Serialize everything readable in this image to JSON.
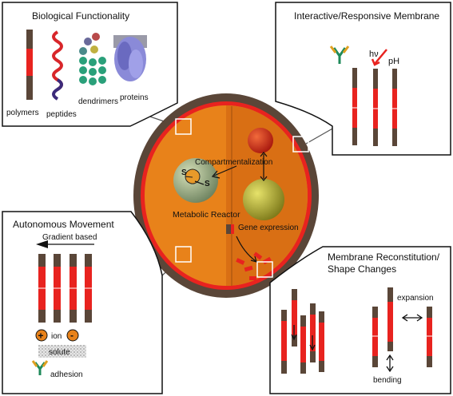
{
  "panels": {
    "biological": {
      "title": "Biological Functionality",
      "labels": [
        "polymers",
        "peptides",
        "dendrimers",
        "proteins"
      ]
    },
    "membrane": {
      "title": "Interactive/Responsive Membrane",
      "labels": [
        "hν",
        "pH"
      ]
    },
    "movement": {
      "title": "Autonomous Movement",
      "gradient": "Gradient based",
      "ion": "ion",
      "solute": "solute",
      "adhesion": "adhesion"
    },
    "reconstitution": {
      "title_line1": "Membrane Reconstitution/",
      "title_line2": "Shape Changes",
      "expansion": "expansion",
      "bending": "bending"
    }
  },
  "center": {
    "compartmentalization": "Compartmentalization",
    "metabolic": "Metabolic Reactor",
    "gene": "Gene expression",
    "s1": "S",
    "s2": "S"
  },
  "colors": {
    "brown": "#5a4638",
    "red": "#e8231f",
    "orange": "#e8821a",
    "orange_dark": "#d06a12",
    "green": "#1f8a5a"
  }
}
